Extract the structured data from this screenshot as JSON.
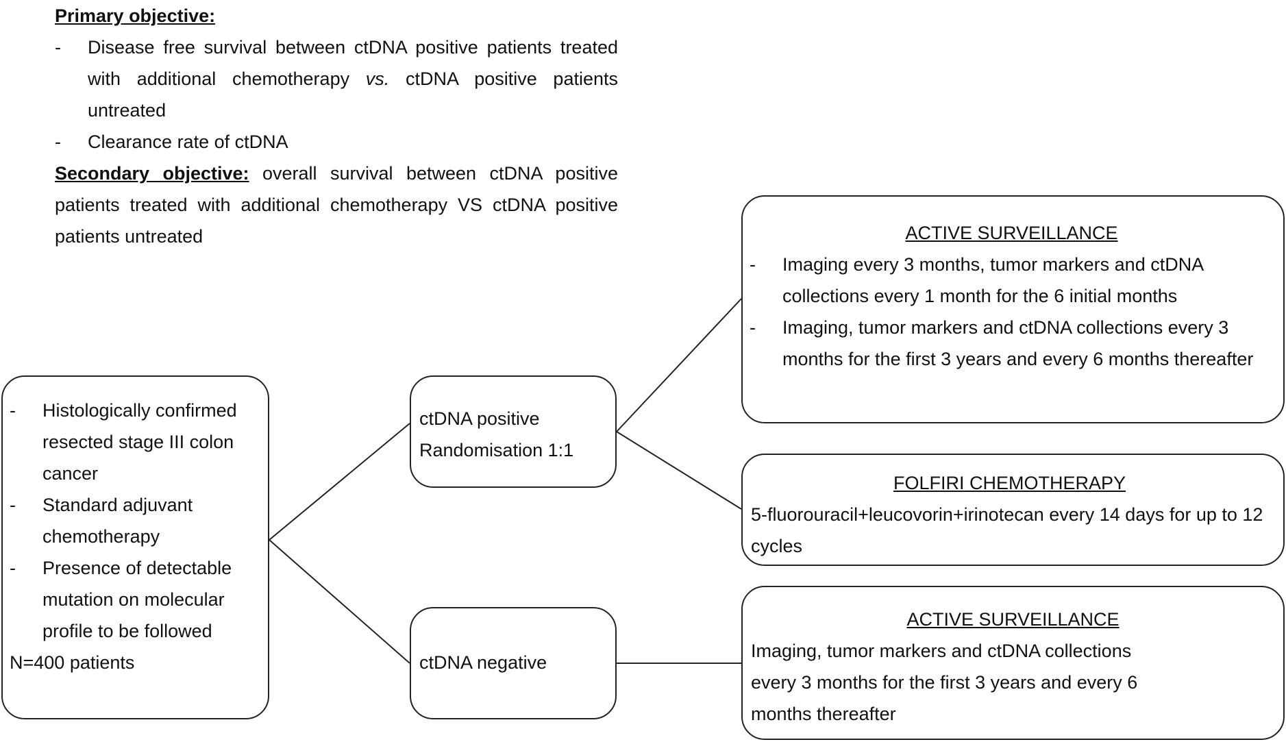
{
  "objectives": {
    "primary_label": "Primary objective:",
    "primary_items": [
      {
        "before": "Disease free survival between ctDNA positive patients treated with additional chemotherapy ",
        "italic": "vs.",
        "after": " ctDNA positive patients untreated"
      },
      {
        "before": "Clearance rate of ctDNA",
        "italic": "",
        "after": ""
      }
    ],
    "secondary_label": "Secondary objective:",
    "secondary_text": " overall survival between ctDNA positive patients treated with additional chemotherapy VS ctDNA positive patients untreated"
  },
  "population": {
    "items": [
      "Histologically confirmed resected stage III colon cancer",
      "Standard adjuvant chemotherapy",
      "Presence of detectable mutation on molecular profile to be followed"
    ],
    "n_label": "N=400 patients"
  },
  "positive": {
    "line1": "ctDNA positive",
    "line2": "Randomisation 1:1"
  },
  "negative": {
    "label": "ctDNA negative"
  },
  "surveillance_positive": {
    "title": "ACTIVE SURVEILLANCE",
    "items": [
      "Imaging every 3 months, tumor markers and ctDNA collections every 1 month for the 6 initial months",
      "Imaging, tumor markers and ctDNA collections every 3 months for the first 3 years and every 6 months thereafter"
    ]
  },
  "folfiri": {
    "title": "FOLFIRI CHEMOTHERAPY",
    "text": "5-fluorouracil+leucovorin+irinotecan every 14 days for up to 12 cycles"
  },
  "surveillance_negative": {
    "title": "ACTIVE SURVEILLANCE",
    "text": "Imaging, tumor markers and ctDNA collections every 3 months for the first 3 years and every 6 months thereafter"
  },
  "bullet_marker": "-",
  "colors": {
    "line": "#222222",
    "text": "#111111",
    "background": "#ffffff"
  }
}
